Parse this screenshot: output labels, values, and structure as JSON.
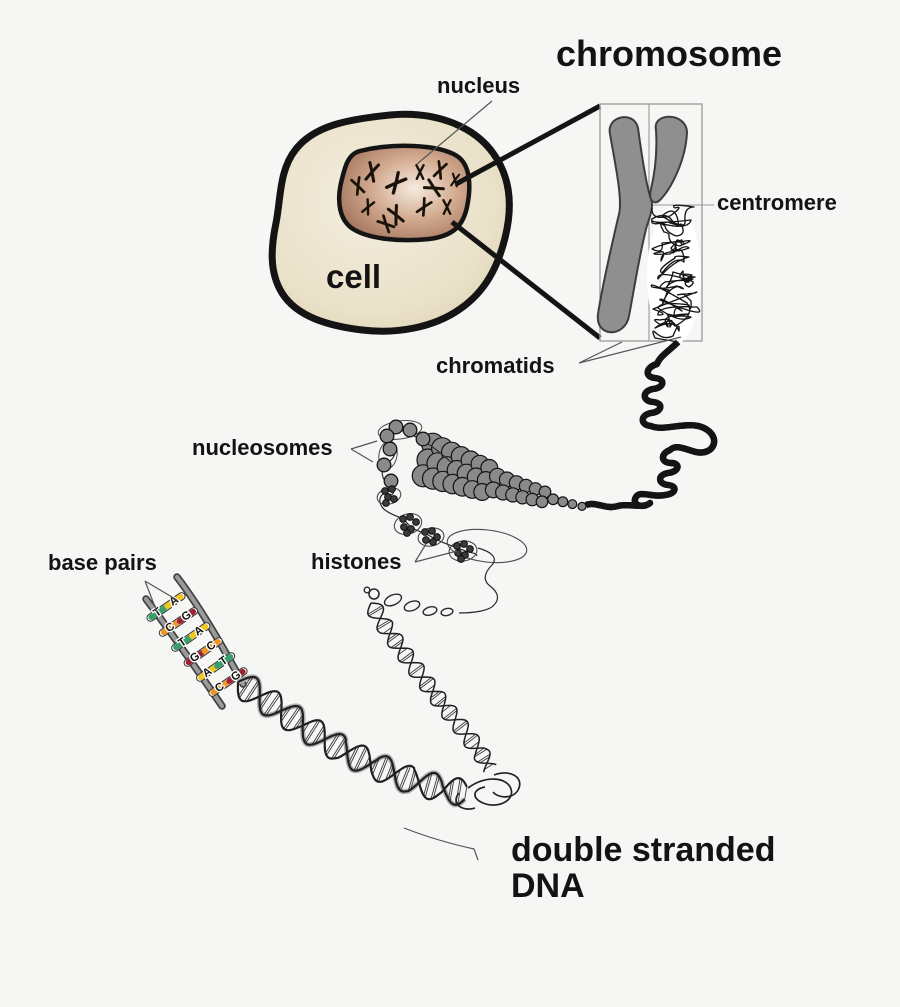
{
  "title": "chromosome",
  "labels": {
    "nucleus": "nucleus",
    "cell": "cell",
    "centromere": "centromere",
    "chromatids": "chromatids",
    "nucleosomes": "nucleosomes",
    "histones": "histones",
    "base_pairs": "base pairs",
    "dna_line1": "double stranded",
    "dna_line2": "DNA"
  },
  "base_pairs": {
    "base_colors": {
      "A": "#f2c71d",
      "T": "#35a06a",
      "C": "#ee9523",
      "G": "#9e2033"
    },
    "rungs": [
      {
        "left": "T",
        "right": "A"
      },
      {
        "left": "C",
        "right": "G"
      },
      {
        "left": "T",
        "right": "A"
      },
      {
        "left": "G",
        "right": "C"
      },
      {
        "left": "A",
        "right": "T"
      },
      {
        "left": "C",
        "right": "G"
      }
    ]
  },
  "colors": {
    "background": "#f6f6f4",
    "outline": "#141414",
    "cell_fill": "#ece5d1",
    "nucleus_dark": "#96684f",
    "nucleus_light": "#f5ebdf",
    "chromosome_gray": "#8f8f8f",
    "bead_gray": "#8a8a8a",
    "histone_dark": "#3a3a3a",
    "pointer_line": "#555555",
    "frame_line": "#999999"
  }
}
